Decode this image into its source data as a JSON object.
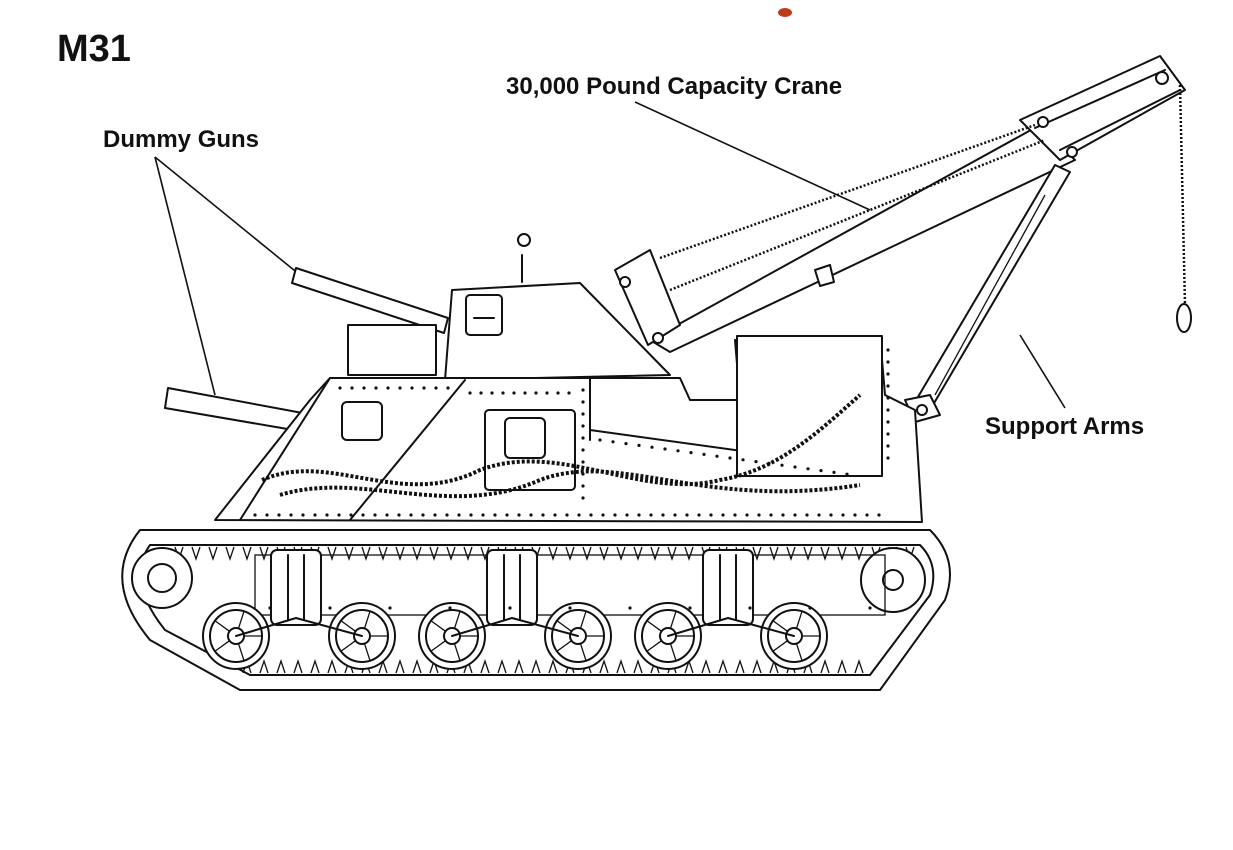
{
  "title": "M31",
  "callouts": [
    {
      "id": "dummy-guns",
      "text": "Dummy Guns"
    },
    {
      "id": "crane",
      "text": "30,000 Pound Capacity Crane"
    },
    {
      "id": "support-arms",
      "text": "Support Arms"
    }
  ],
  "subject": "M31 tank recovery vehicle side-view line drawing",
  "colors": {
    "ink": "#111111",
    "paper": "#ffffff",
    "speck": "#c0391b"
  }
}
